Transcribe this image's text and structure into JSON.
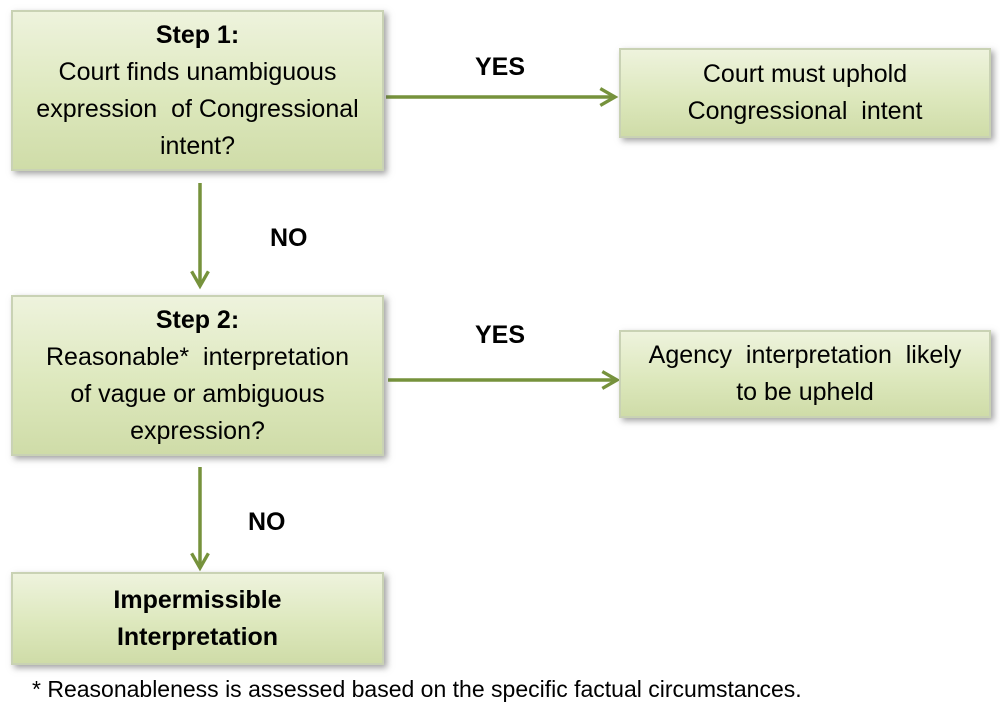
{
  "step1": {
    "heading": "Step 1:",
    "lines": [
      "Court finds unambiguous",
      "expression  of Congressional",
      "intent?"
    ]
  },
  "step2": {
    "heading": "Step 2:",
    "lines": [
      "Reasonable*  interpretation",
      "of vague or ambiguous",
      "expression?"
    ]
  },
  "outcome_uphold": {
    "lines": [
      "Court must uphold",
      "Congressional  intent"
    ]
  },
  "outcome_agency": {
    "lines": [
      "Agency  interpretation  likely",
      "to be upheld"
    ]
  },
  "outcome_impermissible": {
    "lines": [
      "Impermissible",
      "Interpretation"
    ]
  },
  "edges": {
    "step1_yes": "YES",
    "step1_no": "NO",
    "step2_yes": "YES",
    "step2_no": "NO"
  },
  "footnote": "* Reasonableness is assessed based on the specific factual circumstances.",
  "colors": {
    "arrow": "#76923c",
    "box_border": "#c9d2b4",
    "box_fill": "#dde8bd"
  }
}
